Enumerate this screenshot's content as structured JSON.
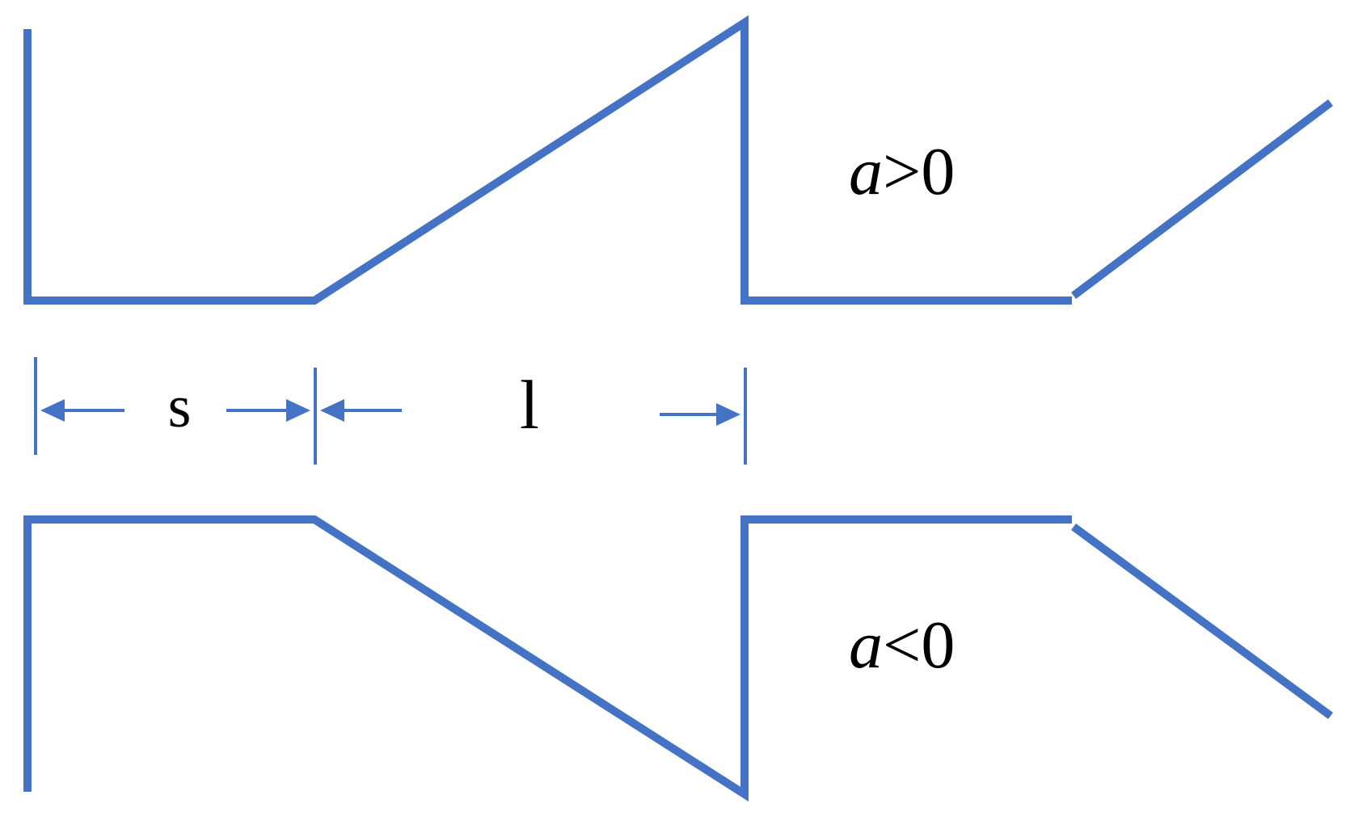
{
  "colors": {
    "line": "#4472C4",
    "text": "#000000",
    "background": "#ffffff"
  },
  "labels": {
    "positive_var": "a",
    "positive_rel": ">0",
    "negative_var": "a",
    "negative_rel": "<0",
    "dim_s": "s",
    "dim_l": "l"
  }
}
